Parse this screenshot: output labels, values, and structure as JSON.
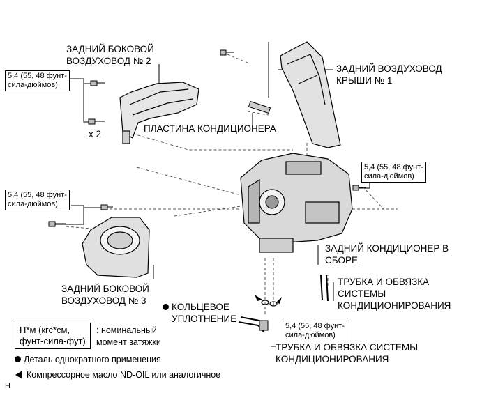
{
  "labels": {
    "duct2": [
      "ЗАДНИЙ БОКОВОЙ",
      "ВОЗДУХОВОД № 2"
    ],
    "roof_duct1": [
      "ЗАДНИЙ ВОЗДУХОВОД",
      "КРЫШИ № 1"
    ],
    "plate": "ПЛАСТИНА КОНДИЦИОНЕРА",
    "unit": [
      "ЗАДНИЙ КОНДИЦИОНЕР В",
      "СБОРЕ"
    ],
    "tube_right": [
      "ТРУБКА И ОБВЯЗКА",
      "СИСТЕМЫ",
      "КОНДИЦИОНИРОВАНИЯ"
    ],
    "duct3": [
      "ЗАДНИЙ БОКОВОЙ",
      "ВОЗДУХОВОД № 3"
    ],
    "oring": [
      "КОЛЬЦЕВОЕ",
      "УПЛОТНЕНИЕ"
    ],
    "tube_bottom": [
      "ТРУБКА И ОБВЯЗКА СИСТЕМЫ",
      "КОНДИЦИОНИРОВАНИЯ"
    ],
    "qty": "x 2"
  },
  "torque": {
    "line1": "5,4 (55, 48 фунт-",
    "line2": "сила-дюймов)"
  },
  "legend": {
    "unit_line1": "Н*м (кгс*см,",
    "unit_line2": "фунт-сила-фут)",
    "unit_desc1": ": номинальный",
    "unit_desc2": "момент затяжки",
    "single_use": "Деталь однократного применения",
    "oil": "Компрессорное масло ND-OIL или аналогичное"
  },
  "corner_mark": "H"
}
